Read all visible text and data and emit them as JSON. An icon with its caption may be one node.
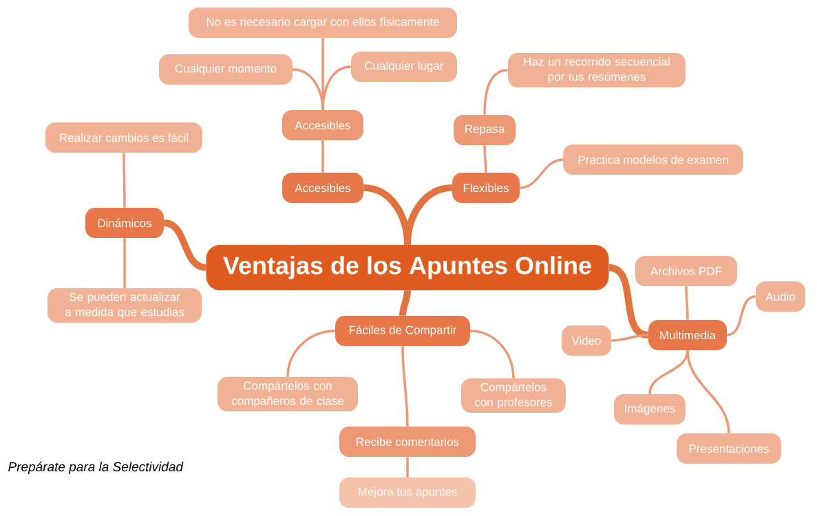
{
  "diagram": {
    "nodes": [
      {
        "text": [
          "Ventajas de los Apuntes Online"
        ]
      },
      {
        "text": [
          "Accesibles"
        ]
      },
      {
        "text": [
          "Flexibles"
        ]
      },
      {
        "text": [
          "Dinámicos"
        ]
      },
      {
        "text": [
          "Fáciles de Compartir"
        ]
      },
      {
        "text": [
          "Multimedia"
        ]
      },
      {
        "text": [
          "Accesibles"
        ]
      },
      {
        "text": [
          "Repasa"
        ]
      },
      {
        "text": [
          "No es necesario cargar con ellos físicamente"
        ]
      },
      {
        "text": [
          "Cualquier momento"
        ]
      },
      {
        "text": [
          "Cualquier lugar"
        ]
      },
      {
        "text": [
          "Haz un recorrido secuencial por tus resúmenes"
        ]
      },
      {
        "text": [
          "Practica modelos de examen"
        ]
      },
      {
        "text": [
          "Realizar cambios es fácil"
        ]
      },
      {
        "text": [
          "Se pueden actualizar a medida que estudias"
        ]
      },
      {
        "text": [
          "Compártelos con compañeros de clase"
        ]
      },
      {
        "text": [
          "Compártelos con profesores"
        ]
      },
      {
        "text": [
          "Recibe comentarios"
        ]
      },
      {
        "text": [
          "Mejora tus apuntes"
        ]
      },
      {
        "text": [
          "Archivos PDF"
        ]
      },
      {
        "text": [
          "Audio"
        ]
      },
      {
        "text": [
          "Video"
        ]
      },
      {
        "text": [
          "Imágenes"
        ]
      },
      {
        "text": [
          "Presentaciones"
        ]
      }
    ],
    "edges": [
      {
        "from": 0,
        "to": 1,
        "arrow": "none",
        "style": "thick",
        "color": "#e2733f"
      },
      {
        "from": 0,
        "to": 2,
        "arrow": "none",
        "style": "thick",
        "color": "#e2733f"
      },
      {
        "from": 0,
        "to": 3,
        "arrow": "none",
        "style": "thick",
        "color": "#e2733f"
      },
      {
        "from": 0,
        "to": 4,
        "arrow": "none",
        "style": "thick",
        "color": "#e2733f"
      },
      {
        "from": 0,
        "to": 5,
        "arrow": "none",
        "style": "thick",
        "color": "#e2733f"
      },
      {
        "from": 1,
        "to": 6,
        "arrow": "none"
      },
      {
        "from": 2,
        "to": 7,
        "arrow": "none"
      },
      {
        "from": 6,
        "to": 8,
        "arrow": "none"
      },
      {
        "from": 6,
        "to": 9,
        "arrow": "none"
      },
      {
        "from": 6,
        "to": 10,
        "arrow": "none"
      },
      {
        "from": 7,
        "to": 11,
        "arrow": "none"
      },
      {
        "from": 2,
        "to": 12,
        "arrow": "none"
      },
      {
        "from": 3,
        "to": 13,
        "arrow": "none"
      },
      {
        "from": 3,
        "to": 14,
        "arrow": "none"
      },
      {
        "from": 4,
        "to": 15,
        "arrow": "none"
      },
      {
        "from": 4,
        "to": 16,
        "arrow": "none"
      },
      {
        "from": 4,
        "to": 17,
        "arrow": "none"
      },
      {
        "from": 17,
        "to": 18,
        "arrow": "none"
      },
      {
        "from": 5,
        "to": 19,
        "arrow": "none"
      },
      {
        "from": 5,
        "to": 20,
        "arrow": "none"
      },
      {
        "from": 5,
        "to": 21,
        "arrow": "none"
      },
      {
        "from": 5,
        "to": 22,
        "arrow": "none"
      },
      {
        "from": 5,
        "to": 23,
        "arrow": "none"
      }
    ],
    "labels": [
      "Prepárate para la Selectividad"
    ]
  }
}
